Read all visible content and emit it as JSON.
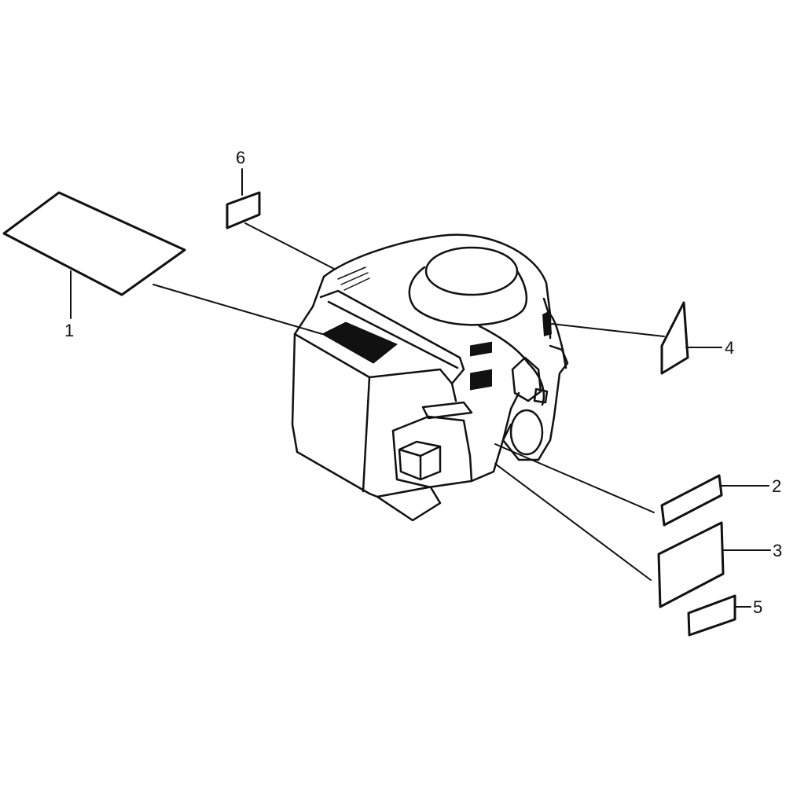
{
  "diagram": {
    "callouts": {
      "label_1": "1",
      "label_2": "2",
      "label_3": "3",
      "label_4": "4",
      "label_5": "5",
      "label_6": "6"
    },
    "colors": {
      "line": "#111111",
      "background": "#ffffff"
    }
  }
}
